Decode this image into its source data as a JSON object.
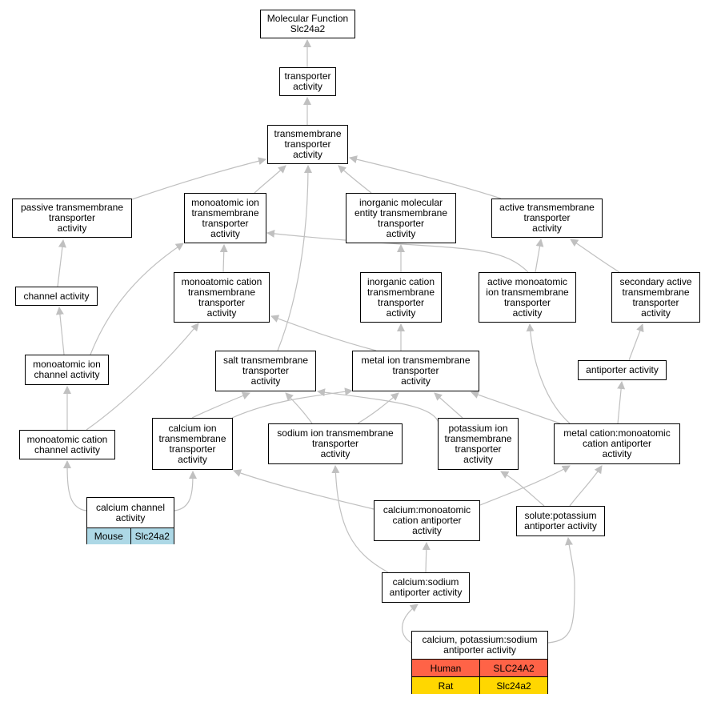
{
  "colors": {
    "edge": "#c0c0c0",
    "mouse": "#add8e6",
    "human": "#ff6347",
    "rat": "#ffd700"
  },
  "nodes": {
    "mf": "Molecular Function\nSlc24a2",
    "transporter": "transporter\nactivity",
    "tmt": "transmembrane\ntransporter\nactivity",
    "passive": "passive transmembrane\ntransporter\nactivity",
    "ion_tmt": "monoatomic ion\ntransmembrane\ntransporter\nactivity",
    "inorg_mol": "inorganic molecular\nentity transmembrane\ntransporter\nactivity",
    "active_tmt": "active transmembrane\ntransporter\nactivity",
    "channel": "channel activity",
    "cation_tmt": "monoatomic cation\ntransmembrane\ntransporter\nactivity",
    "inorg_cation": "inorganic cation\ntransmembrane\ntransporter\nactivity",
    "active_ion": "active monoatomic\nion transmembrane\ntransporter\nactivity",
    "secondary": "secondary active\ntransmembrane\ntransporter\nactivity",
    "ion_channel": "monoatomic ion\nchannel activity",
    "salt": "salt transmembrane\ntransporter\nactivity",
    "metal_ion": "metal ion transmembrane\ntransporter\nactivity",
    "antiporter": "antiporter activity",
    "cation_channel": "monoatomic cation\nchannel activity",
    "calcium_ion": "calcium ion\ntransmembrane\ntransporter\nactivity",
    "sodium_ion": "sodium ion transmembrane\ntransporter\nactivity",
    "potassium_ion": "potassium ion\ntransmembrane\ntransporter\nactivity",
    "metal_cation_anti": "metal cation:monoatomic\ncation antiporter\nactivity",
    "calcium_mono_anti": "calcium:monoatomic\ncation antiporter\nactivity",
    "solute_k": "solute:potassium\nantiporter activity",
    "ca_na": "calcium:sodium\nantiporter activity"
  },
  "tables": {
    "calcium_channel": {
      "title": "calcium channel\nactivity",
      "rows": [
        {
          "species": "Mouse",
          "gene": "Slc24a2",
          "color": "#add8e6"
        }
      ]
    },
    "ca_k_na": {
      "title": "calcium, potassium:sodium\nantiporter activity",
      "rows": [
        {
          "species": "Human",
          "gene": "SLC24A2",
          "color": "#ff6347"
        },
        {
          "species": "Rat",
          "gene": "Slc24a2",
          "color": "#ffd700"
        }
      ]
    }
  }
}
